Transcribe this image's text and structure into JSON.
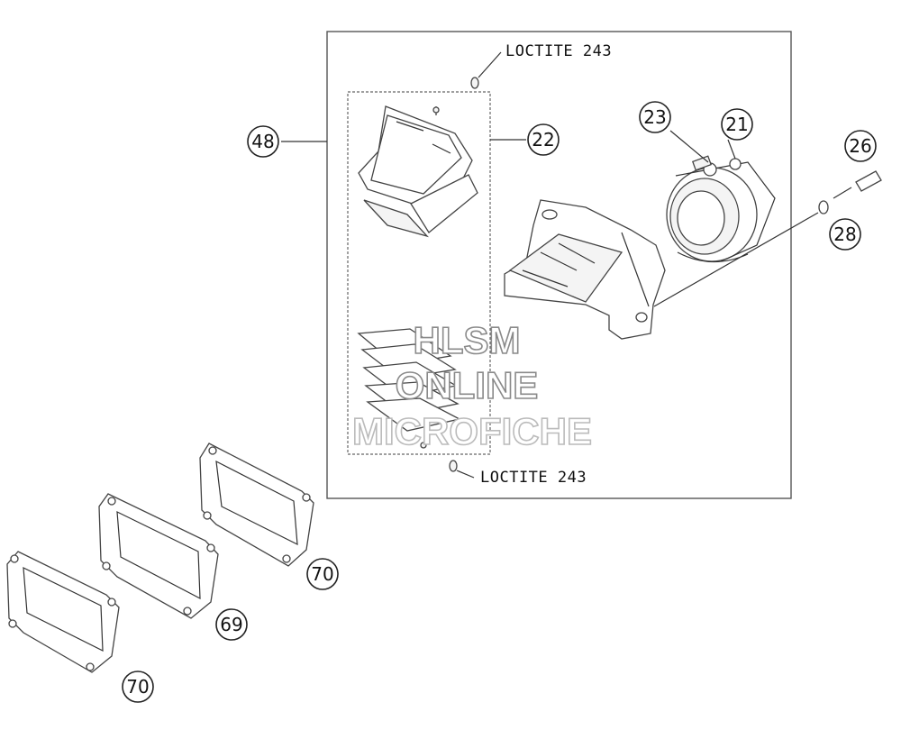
{
  "note_top": "LOCTITE 243",
  "note_bottom": "LOCTITE 243",
  "callouts": {
    "c48": "48",
    "c22": "22",
    "c23": "23",
    "c21": "21",
    "c26": "26",
    "c28": "28",
    "c70a": "70",
    "c69": "69",
    "c70b": "70"
  },
  "watermark": {
    "line1": "HLSM",
    "line2": "ONLINE",
    "line3": "MICROFICHE"
  }
}
